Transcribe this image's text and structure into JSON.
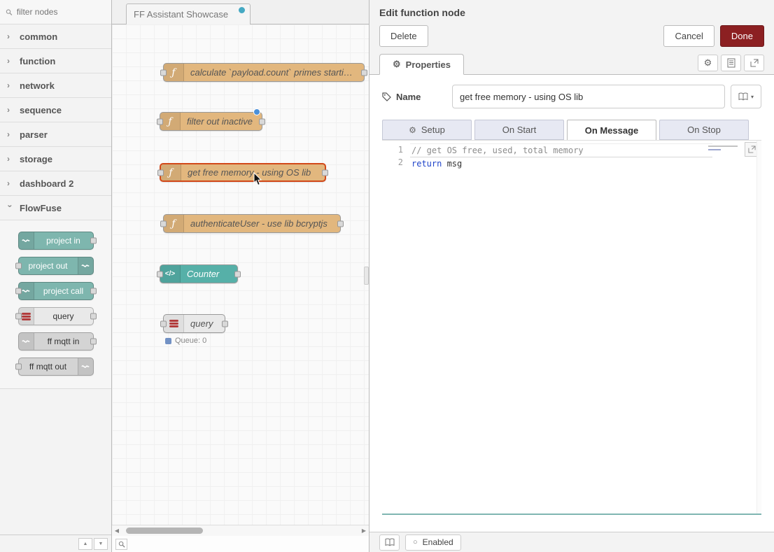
{
  "colors": {
    "done_btn": "#8C2022",
    "function_node": "#E2B77E",
    "teal_node": "#56B0A8",
    "palette_teal": "#7EB6AE",
    "selected_border": "#D2491A",
    "modified_dot": "#45A9C3",
    "changed_dot": "#4A90D9",
    "status_dot": "#7291C4",
    "query_icon": "#B23C3C"
  },
  "palette": {
    "search_placeholder": "filter nodes",
    "categories": [
      "common",
      "function",
      "network",
      "sequence",
      "parser",
      "storage",
      "dashboard 2",
      "FlowFuse"
    ],
    "flowfuse_nodes": [
      "project in",
      "project out",
      "project call",
      "query",
      "ff mqtt in",
      "ff mqtt out"
    ]
  },
  "workspace": {
    "tab_label": "FF Assistant Showcase",
    "nodes": {
      "calc": "calculate `payload.count` primes starting at `p",
      "filter": "filter out inactive",
      "memory": "get free memory - using OS lib",
      "auth": "authenticateUser - use lib bcryptjs",
      "counter": "Counter",
      "query": "query"
    },
    "query_status": "Queue: 0",
    "counter_icon": "</>",
    "function_icon": "ƒ"
  },
  "tray": {
    "title": "Edit function node",
    "delete_label": "Delete",
    "cancel_label": "Cancel",
    "done_label": "Done",
    "properties_tab": "Properties",
    "name_label": "Name",
    "name_value": "get free memory - using OS lib",
    "tabs": [
      "Setup",
      "On Start",
      "On Message",
      "On Stop"
    ],
    "active_tab": "On Message",
    "code": [
      {
        "num": "1",
        "comment": "// get OS free, used, total memory"
      },
      {
        "num": "2",
        "keyword": "return",
        "rest": " msg"
      }
    ],
    "enabled_label": "Enabled"
  }
}
